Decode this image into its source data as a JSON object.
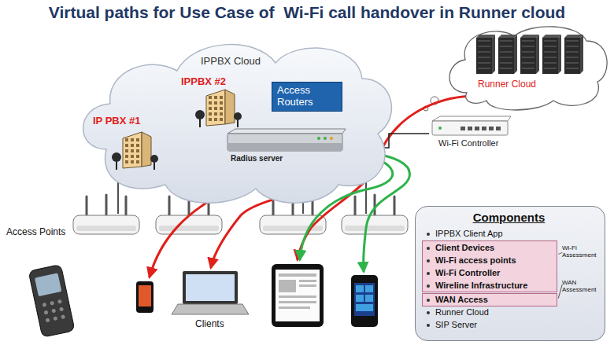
{
  "diagram": {
    "title": "Virtual paths for Use Case of  Wi-Fi call handover in Runner cloud",
    "nodes": [
      {
        "text": [
          "IPPBX Cloud"
        ]
      },
      {
        "text": [
          "IP PBX #1"
        ],
        "in": 0
      },
      {
        "text": [
          "IPPBX #2"
        ],
        "in": 0
      },
      {
        "text": [
          "Access Routers"
        ],
        "in": 0
      },
      {
        "text": [
          "Radius server"
        ],
        "in": 0
      },
      {
        "text": [
          "Wi-Fi Controller"
        ]
      },
      {
        "text": [
          "Runner Cloud"
        ]
      },
      {
        "text": [
          "Components",
          "IPPBX Client App",
          "Runner Cloud",
          "SIP Server"
        ]
      },
      {
        "text": [
          "Client Devices",
          "Wi-Fi access points",
          "Wi-Fi Controller",
          "Wireline Infrastructure"
        ],
        "in": 7
      },
      {
        "text": [
          "WAN Access"
        ],
        "in": 7
      }
    ],
    "edges": [
      {
        "from": 3,
        "to": 4,
        "arrow": "none"
      },
      {
        "from": 4,
        "to": 5,
        "arrow": "none"
      }
    ],
    "labels": [
      "Access Points",
      "Clients",
      "Wi-Fi Assessment",
      "WAN Assessment"
    ]
  }
}
